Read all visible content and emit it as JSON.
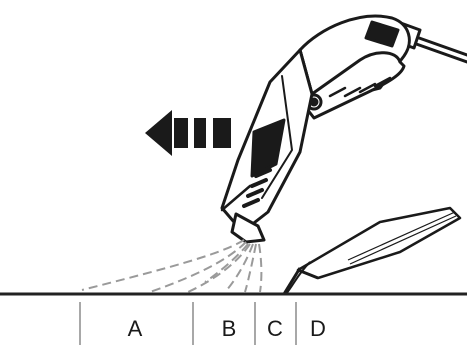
{
  "zones": [
    {
      "id": "A",
      "label": "A"
    },
    {
      "id": "B",
      "label": "B"
    },
    {
      "id": "C",
      "label": "C"
    },
    {
      "id": "D",
      "label": "D"
    }
  ],
  "icons": {
    "direction": "arrow-left-icon",
    "tool": "heat-gun-icon",
    "scraper": "scraper-icon"
  },
  "colors": {
    "ink": "#1a1a1a",
    "surface_line": "#222222",
    "spray": "#9a9a9a",
    "tool_fill": "#ffffff"
  }
}
